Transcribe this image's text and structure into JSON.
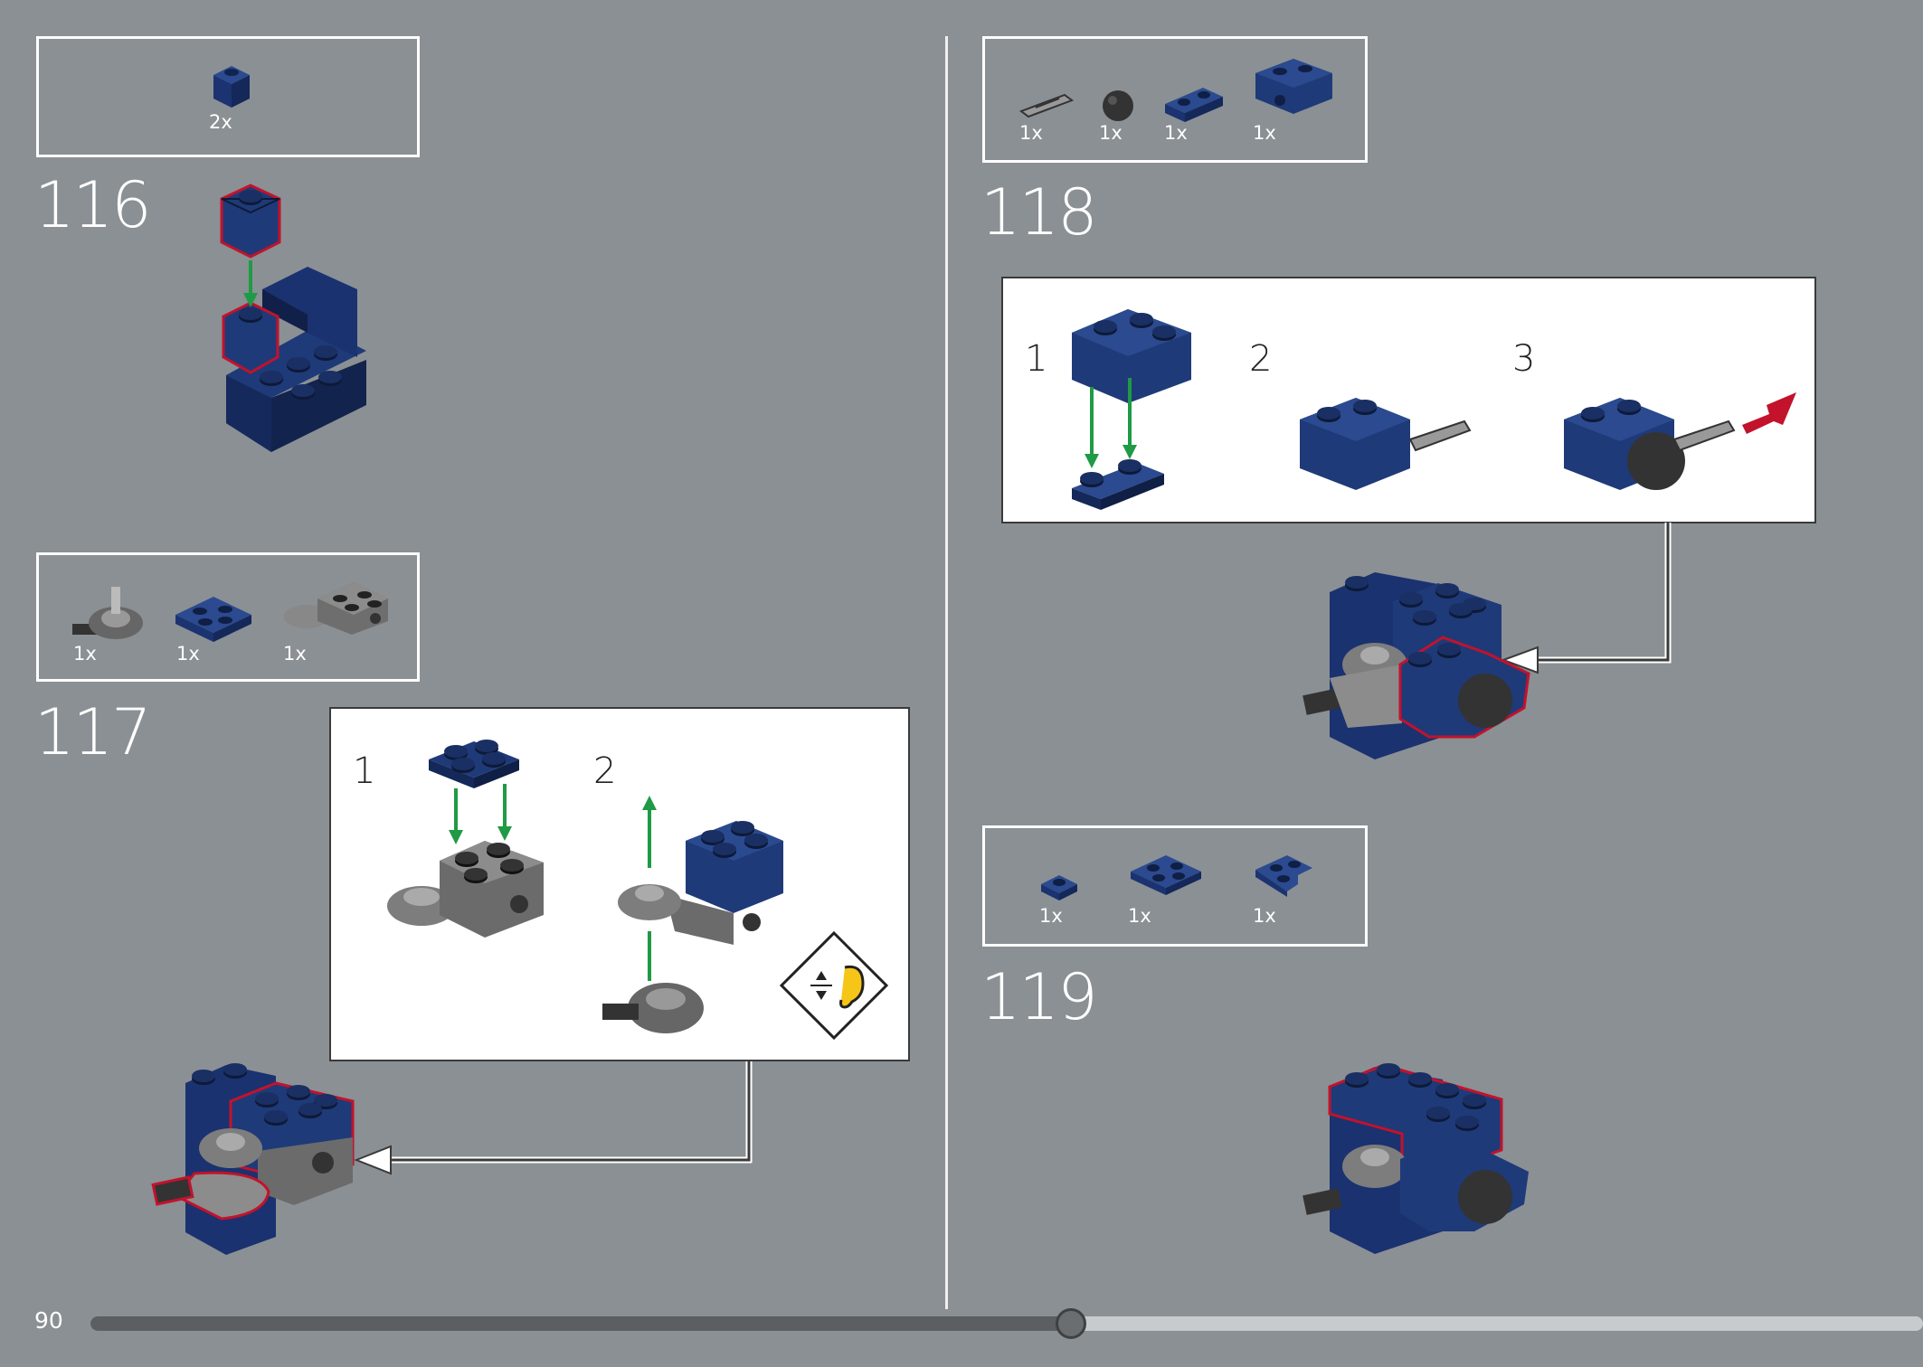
{
  "page": {
    "number": "90",
    "progress": 0.535
  },
  "colors": {
    "brick_blue": "#1f3a78",
    "brick_blue_dark": "#12234d",
    "highlight_red": "#c3122b",
    "arrow_green": "#1f9a45",
    "callout_line": "#3a3a3a"
  },
  "steps": [
    {
      "number": "116",
      "parts": [
        {
          "qty": "2x",
          "icon": "brick-1x1-blue-icon"
        }
      ]
    },
    {
      "number": "117",
      "parts": [
        {
          "qty": "1x",
          "icon": "ball-joint-socket-icon"
        },
        {
          "qty": "1x",
          "icon": "plate-2x2-blue-icon"
        },
        {
          "qty": "1x",
          "icon": "ball-brick-grey-icon"
        }
      ],
      "substeps": [
        {
          "number": "1"
        },
        {
          "number": "2",
          "hint_icon": "click-sound-icon"
        }
      ]
    },
    {
      "number": "118",
      "parts": [
        {
          "qty": "1x",
          "icon": "axle-pin-icon"
        },
        {
          "qty": "1x",
          "icon": "black-ball-icon"
        },
        {
          "qty": "1x",
          "icon": "plate-1x2-blue-icon"
        },
        {
          "qty": "1x",
          "icon": "technic-bracket-blue-icon"
        }
      ],
      "substeps": [
        {
          "number": "1"
        },
        {
          "number": "2"
        },
        {
          "number": "3"
        }
      ]
    },
    {
      "number": "119",
      "parts": [
        {
          "qty": "1x",
          "icon": "plate-1x1-blue-icon"
        },
        {
          "qty": "1x",
          "icon": "plate-2x2-blue-icon"
        },
        {
          "qty": "1x",
          "icon": "corner-plate-blue-icon"
        }
      ]
    }
  ]
}
